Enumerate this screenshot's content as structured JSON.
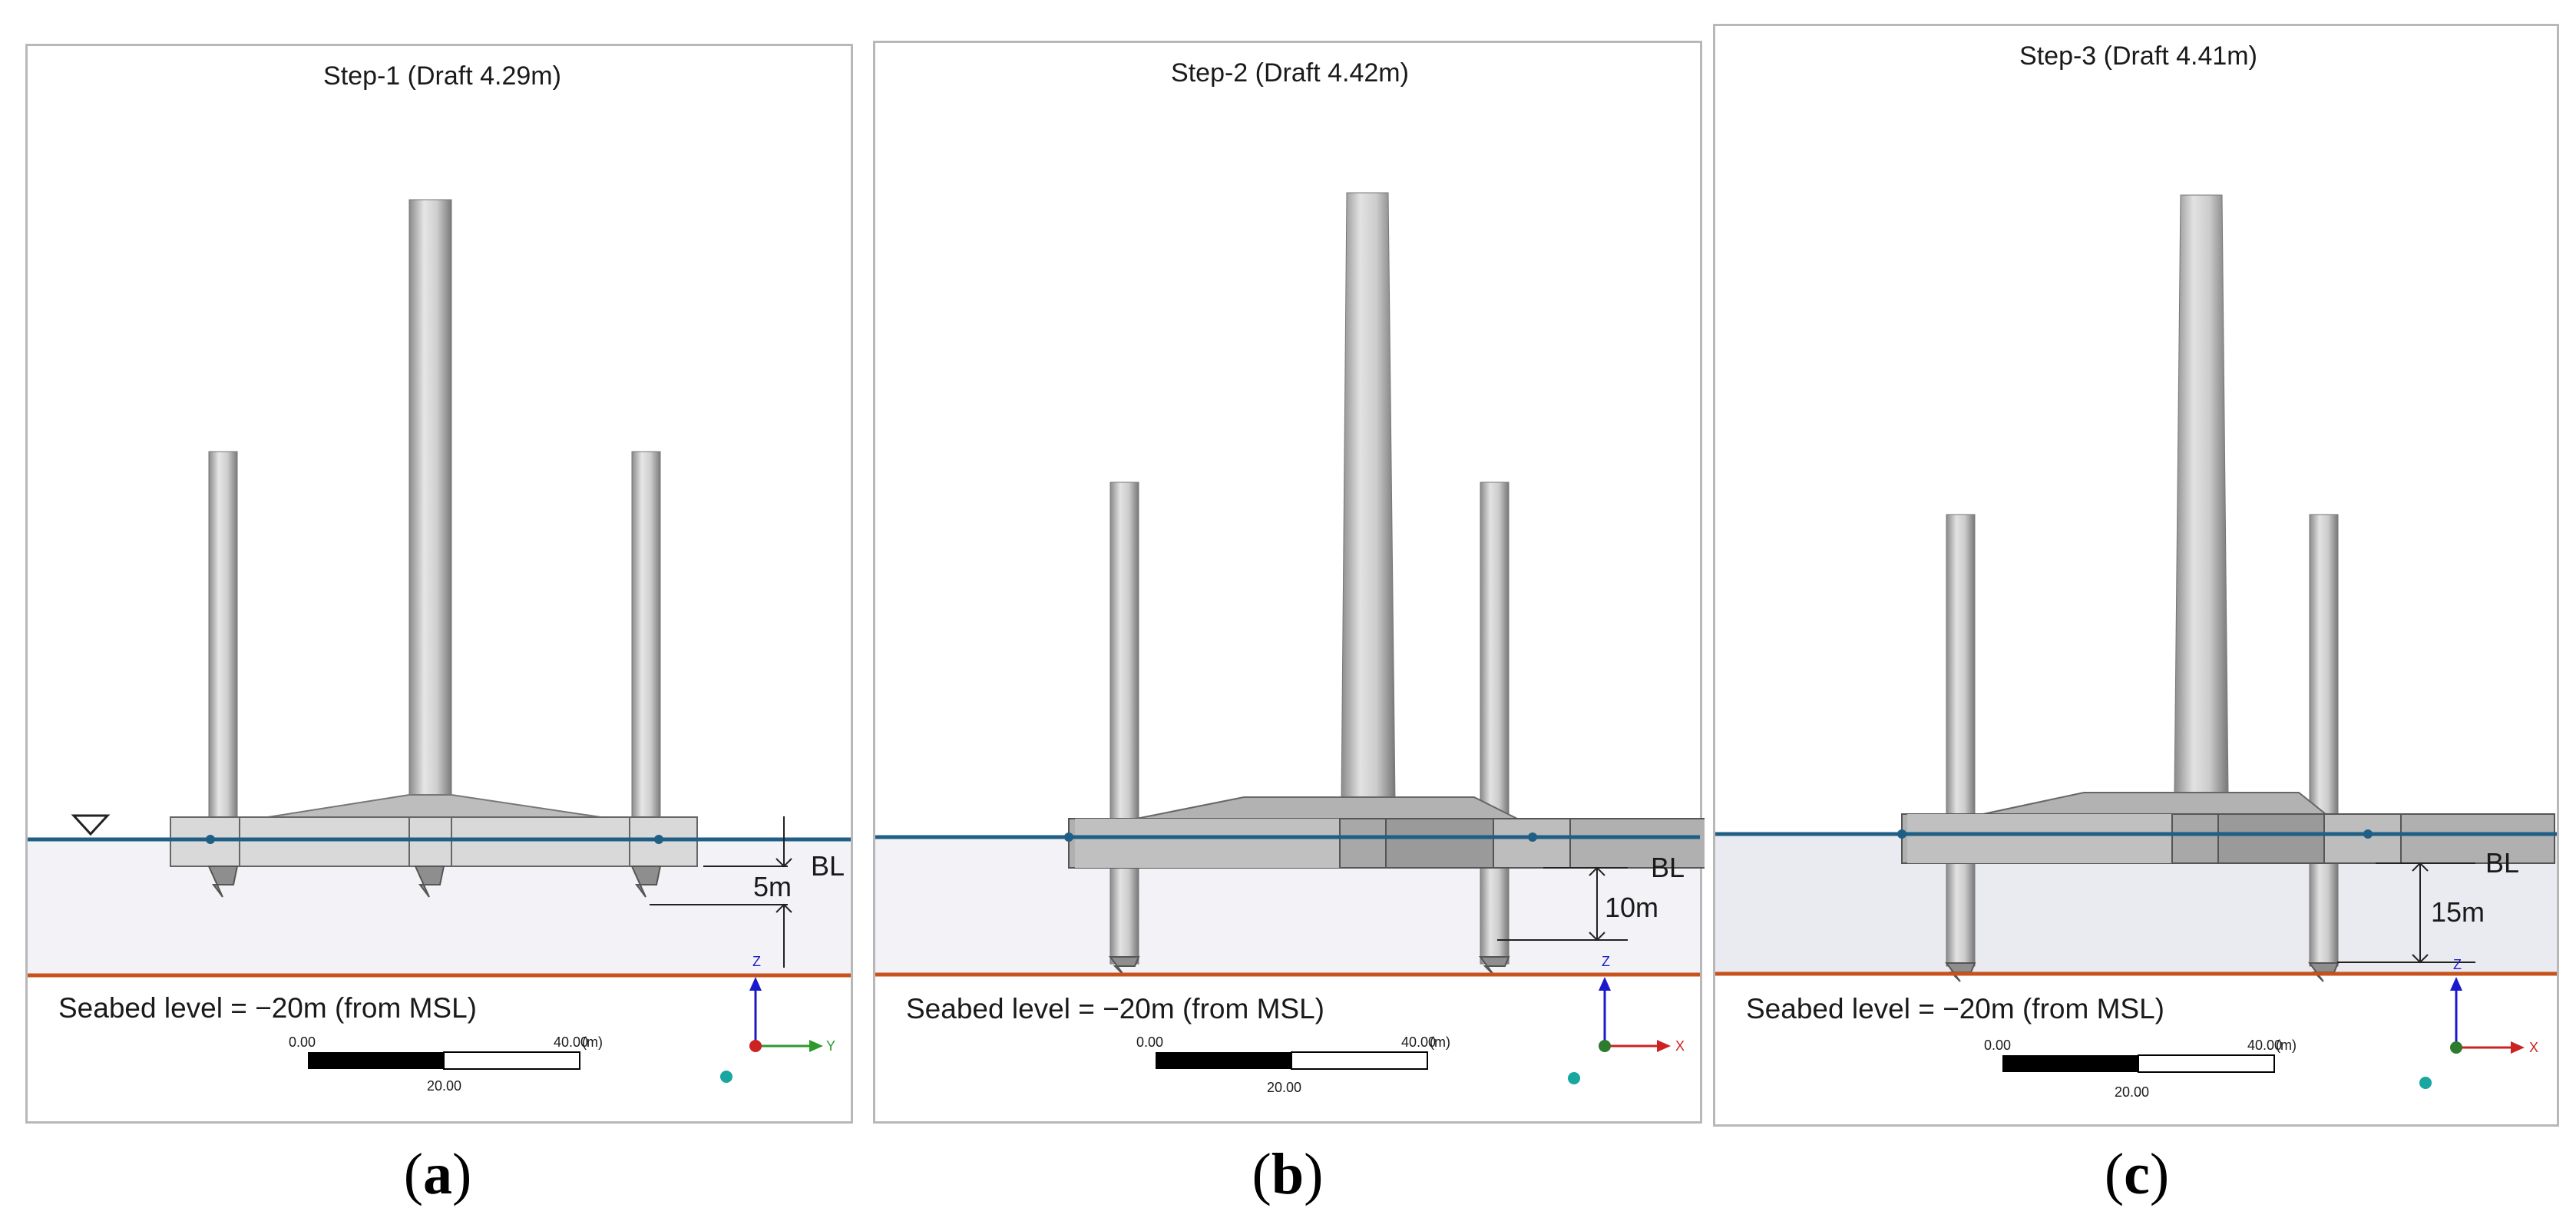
{
  "panels": [
    {
      "title": "Step-1 (Draft 4.29m)",
      "seabed": "Seabed level = −20m (from MSL)",
      "dim_value": "5m",
      "dim_ref": "BL",
      "scale_start": "0.00",
      "scale_mid": "20.00",
      "scale_end": "40.00",
      "scale_unit": "(m)",
      "axis_vertical": "Z",
      "axis_horizontal": "Y",
      "caption": "a"
    },
    {
      "title": "Step-2 (Draft 4.42m)",
      "seabed": "Seabed level = −20m (from MSL)",
      "dim_value": "10m",
      "dim_ref": "BL",
      "scale_start": "0.00",
      "scale_mid": "20.00",
      "scale_end": "40.00",
      "scale_unit": "(m)",
      "axis_vertical": "Z",
      "axis_horizontal": "X",
      "caption": "b"
    },
    {
      "title": "Step-3 (Draft 4.41m)",
      "seabed": "Seabed level = −20m (from MSL)",
      "dim_value": "15m",
      "dim_ref": "BL",
      "scale_start": "0.00",
      "scale_mid": "20.00",
      "scale_end": "40.00",
      "scale_unit": "(m)",
      "axis_vertical": "Z",
      "axis_horizontal": "X",
      "caption": "c"
    }
  ],
  "colors": {
    "water_line": "#1f5f85",
    "seabed_line": "#c8521c",
    "water_fill": "#f3f3f7",
    "axis_z": "#1a1acc",
    "axis_h": "#2e9a2e",
    "axis_x": "#cc2222"
  }
}
